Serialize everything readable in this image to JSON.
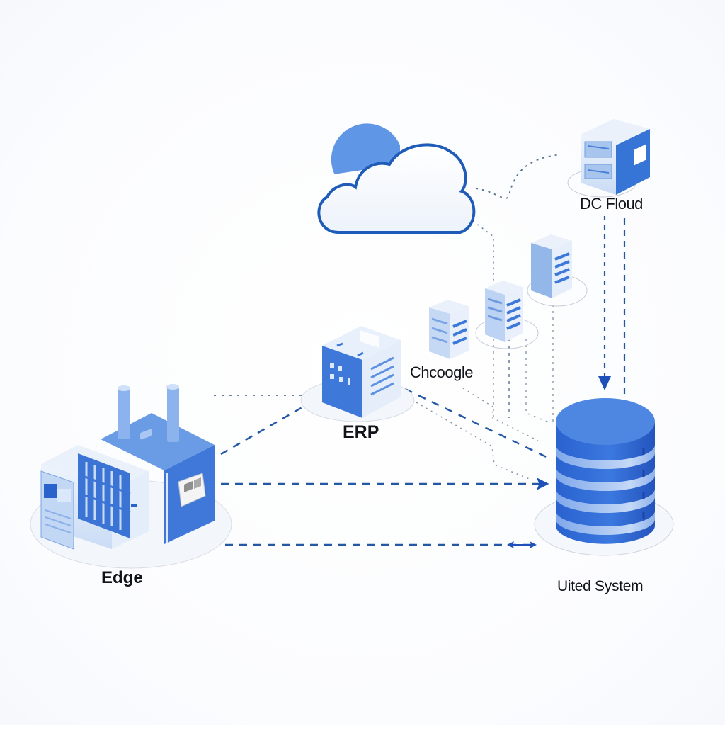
{
  "diagram": {
    "title": "",
    "colors": {
      "primary_blue": "#3a78d8",
      "dark_blue": "#1f55c0",
      "light_blue": "#a9c8f2",
      "pale_blue": "#e6effb",
      "connector": "#2457a4",
      "dotted_connector": "#8a98ab",
      "label_text": "#111318"
    },
    "nodes": [
      {
        "id": "edge",
        "label": "Edge",
        "icon": "factory-icon"
      },
      {
        "id": "erp",
        "label": "ERP",
        "icon": "building-cube-icon"
      },
      {
        "id": "cloud",
        "label": "",
        "icon": "cloud-icon"
      },
      {
        "id": "storage",
        "label": "Chcoogle",
        "icon": "server-rack-icon"
      },
      {
        "id": "dc-cloud",
        "label": "DC Floud",
        "icon": "datacenter-server-icon"
      },
      {
        "id": "unified",
        "label": "Uited System",
        "icon": "database-icon"
      }
    ],
    "edges": [
      {
        "from": "edge",
        "to": "erp",
        "style": "dashed",
        "arrow": "forward"
      },
      {
        "from": "edge",
        "to": "erp",
        "style": "dotted",
        "arrow": "none"
      },
      {
        "from": "edge",
        "to": "unified",
        "style": "dashed",
        "arrow": "forward"
      },
      {
        "from": "edge",
        "to": "unified",
        "style": "dashed",
        "arrow": "bidirectional"
      },
      {
        "from": "erp",
        "to": "unified",
        "style": "dashed",
        "arrow": "none"
      },
      {
        "from": "erp",
        "to": "unified",
        "style": "dotted",
        "arrow": "forward"
      },
      {
        "from": "cloud",
        "to": "dc-cloud",
        "style": "dotted",
        "arrow": "none"
      },
      {
        "from": "cloud",
        "to": "storage",
        "style": "dotted",
        "arrow": "none"
      },
      {
        "from": "storage",
        "to": "unified",
        "style": "dotted",
        "arrow": "none"
      },
      {
        "from": "dc-cloud",
        "to": "unified",
        "style": "dashed",
        "arrow": "forward"
      },
      {
        "from": "dc-cloud",
        "to": "unified",
        "style": "dashed",
        "arrow": "none"
      }
    ]
  }
}
